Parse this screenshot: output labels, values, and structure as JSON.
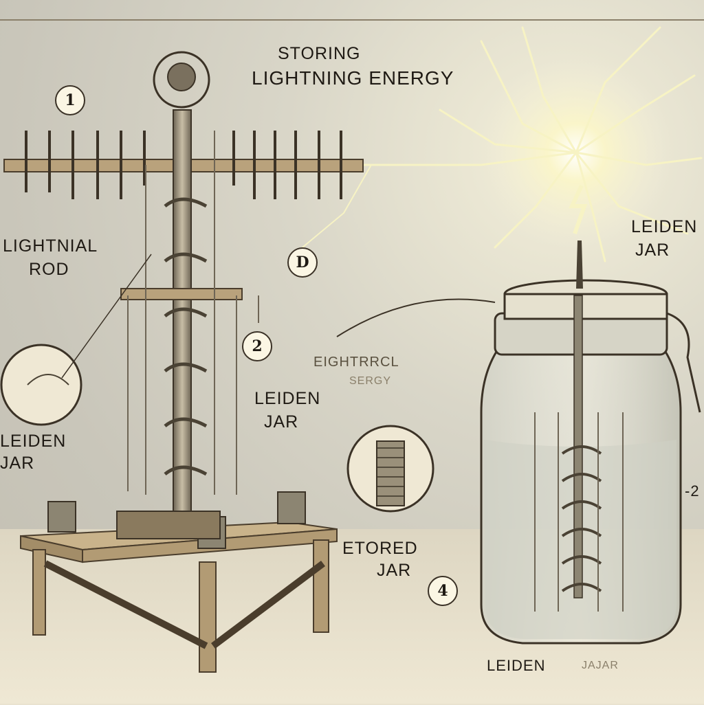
{
  "title": {
    "line1": "STORING",
    "line2": "LIGHTNING ENERGY"
  },
  "labels": {
    "lightning_rod": [
      "LIGHTNIAL",
      "ROD"
    ],
    "leiden_jar_left": [
      "LEIDEN",
      "JAR"
    ],
    "leiden_jar_mid": [
      "LEIDEN",
      "JAR"
    ],
    "leiden_jar_right": [
      "LEIDEN",
      "JAR"
    ],
    "electrical_energy": [
      "EIGHTRRCL",
      "SERGY"
    ],
    "stored_jar": [
      "ETORED",
      "JAR"
    ],
    "bottom_caption": "LEIDEN",
    "bottom_caption_faded": "JAJAR",
    "edge_mark": "-2"
  },
  "badges": {
    "one": "1",
    "d": "D",
    "two": "2",
    "four": "4"
  },
  "colors": {
    "paper": "#e9e2cf",
    "ink": "#2a241c",
    "lightning": "#f7f3c4",
    "wood": "#b9a27c",
    "metal": "#8c8572"
  }
}
